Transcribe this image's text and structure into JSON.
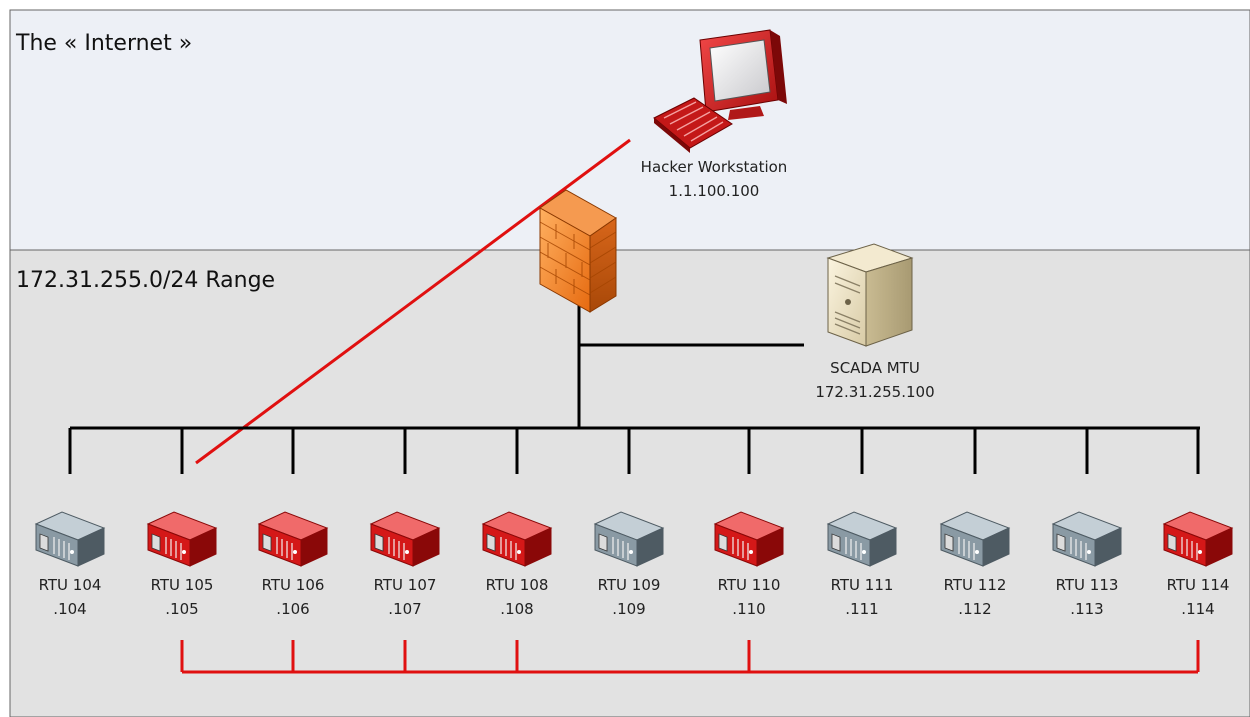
{
  "zones": {
    "internet": {
      "label": "The « Internet »"
    },
    "lan": {
      "label": "172.31.255.0/24 Range"
    }
  },
  "hacker": {
    "name": "Hacker Workstation",
    "ip": "1.1.100.100",
    "icon": "computer-icon"
  },
  "firewall": {
    "icon": "firewall-icon"
  },
  "mtu": {
    "name": "SCADA MTU",
    "ip": "172.31.255.100",
    "icon": "server-tower-icon"
  },
  "rtus": [
    {
      "id": "104",
      "name": "RTU 104",
      "ip": ".104",
      "compromised": false
    },
    {
      "id": "105",
      "name": "RTU 105",
      "ip": ".105",
      "compromised": true
    },
    {
      "id": "106",
      "name": "RTU 106",
      "ip": ".106",
      "compromised": true
    },
    {
      "id": "107",
      "name": "RTU 107",
      "ip": ".107",
      "compromised": true
    },
    {
      "id": "108",
      "name": "RTU 108",
      "ip": ".108",
      "compromised": true
    },
    {
      "id": "109",
      "name": "RTU 109",
      "ip": ".109",
      "compromised": false
    },
    {
      "id": "110",
      "name": "RTU 110",
      "ip": ".110",
      "compromised": true
    },
    {
      "id": "111",
      "name": "RTU 111",
      "ip": ".111",
      "compromised": false
    },
    {
      "id": "112",
      "name": "RTU 112",
      "ip": ".112",
      "compromised": false
    },
    {
      "id": "113",
      "name": "RTU 113",
      "ip": ".113",
      "compromised": false
    },
    {
      "id": "114",
      "name": "RTU 114",
      "ip": ".114",
      "compromised": true
    }
  ],
  "colors": {
    "internet_bg": "#edf0f6",
    "lan_bg": "#e2e2e2",
    "network_line": "#000000",
    "attack_line": "#e01010",
    "compromised": "#d41818",
    "normal": "#8a9aa4"
  }
}
